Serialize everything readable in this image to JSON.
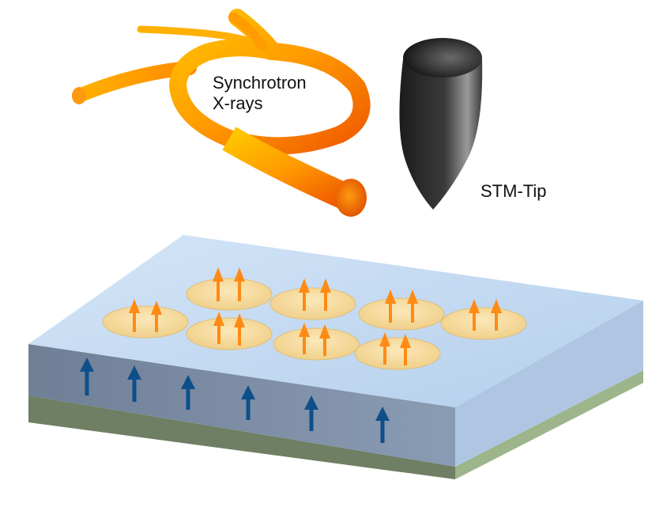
{
  "labels": {
    "synchrotron_line1": "Synchrotron",
    "synchrotron_line2": "X-rays",
    "stm_tip": "STM-Tip"
  },
  "colors": {
    "beam_light": "#ffc400",
    "beam_mid": "#ff9a00",
    "beam_dark": "#f05a00",
    "tip_dark": "#1a1a1a",
    "tip_light": "#9a9a9a",
    "substrate_top": "#c6dcf2",
    "substrate_front": "#7e8ea6",
    "substrate_side": "#aec6e2",
    "base_front": "#6f7f63",
    "base_side": "#9db58a",
    "island_fill": "#f5dca0",
    "island_edge": "#e0bf78",
    "island_spin": "#ff8a14",
    "substrate_spin": "#0e4f8a"
  },
  "icons": {
    "beam": "synchrotron-beam-icon",
    "tip": "stm-tip-icon",
    "spin_up": "up-arrow-icon"
  }
}
